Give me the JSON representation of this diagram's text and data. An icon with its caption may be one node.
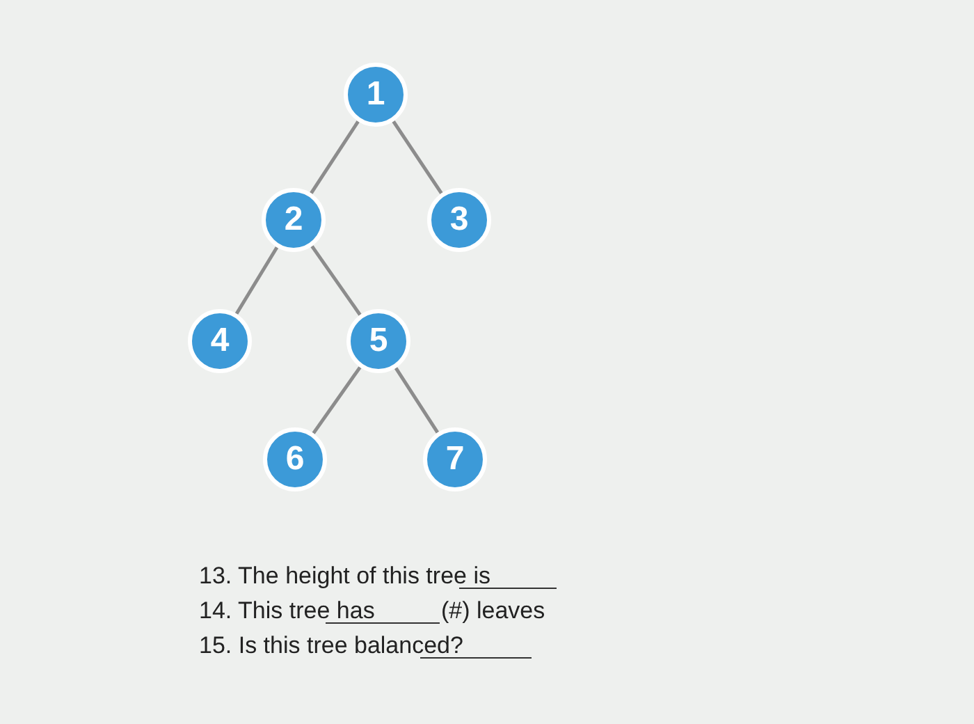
{
  "diagram": {
    "nodes": [
      {
        "text": [
          "1"
        ]
      },
      {
        "text": [
          "2"
        ]
      },
      {
        "text": [
          "3"
        ]
      },
      {
        "text": [
          "4"
        ]
      },
      {
        "text": [
          "5"
        ]
      },
      {
        "text": [
          "6"
        ]
      },
      {
        "text": [
          "7"
        ]
      }
    ],
    "edges": [
      {
        "from": 0,
        "to": 1,
        "arrow": "none"
      },
      {
        "from": 0,
        "to": 2,
        "arrow": "none"
      },
      {
        "from": 1,
        "to": 3,
        "arrow": "none"
      },
      {
        "from": 1,
        "to": 4,
        "arrow": "none"
      },
      {
        "from": 4,
        "to": 5,
        "arrow": "none"
      },
      {
        "from": 4,
        "to": 6,
        "arrow": "none"
      }
    ],
    "labels": [
      "13. The height of this tree is",
      "14. This tree has",
      "(#) leaves",
      "15. Is this tree balanced?"
    ]
  }
}
